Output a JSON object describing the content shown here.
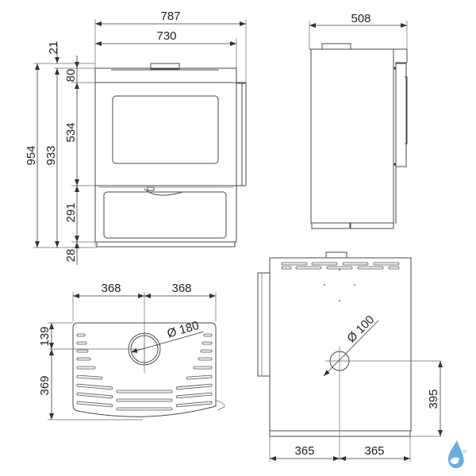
{
  "drawing": {
    "subject": "Wood stove dimensional drawing",
    "units": "mm",
    "front_view": {
      "total_width": "787",
      "body_width": "730",
      "total_height": "954",
      "body_height": "933",
      "top_plate": "21",
      "top_section": "80",
      "door_height": "534",
      "drawer_height": "291",
      "base_height": "28"
    },
    "side_view": {
      "depth": "508"
    },
    "top_view": {
      "half_width_left": "368",
      "half_width_right": "368",
      "flue_offset": "139",
      "flue_to_front": "369",
      "flue_diameter": "Ø 180"
    },
    "rear_view": {
      "air_inlet_diameter": "Ø 100",
      "air_inlet_height": "395",
      "half_width_left": "365",
      "half_width_right": "365"
    }
  },
  "logo": {
    "name": "water-drop-logo",
    "color": "#6aaee0"
  }
}
